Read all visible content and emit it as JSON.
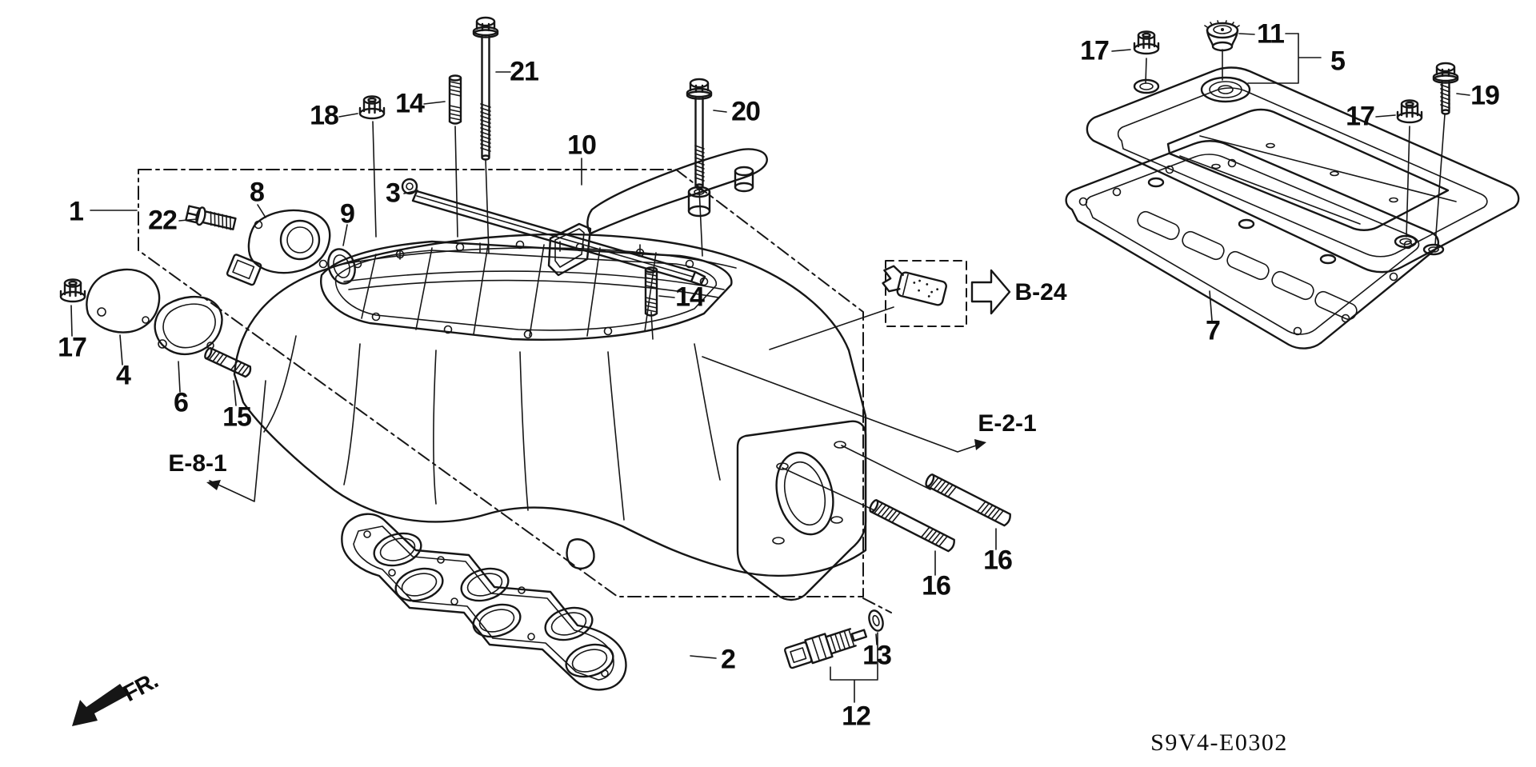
{
  "figure": {
    "description": "Intake manifold exploded parts diagram",
    "line_color": "#161616",
    "background_color": "#ffffff"
  },
  "labels": [
    {
      "id": "callout-1",
      "text": "1"
    },
    {
      "id": "callout-22",
      "text": "22"
    },
    {
      "id": "callout-8",
      "text": "8"
    },
    {
      "id": "callout-9",
      "text": "9"
    },
    {
      "id": "callout-3",
      "text": "3"
    },
    {
      "id": "callout-18",
      "text": "18"
    },
    {
      "id": "callout-14-a",
      "text": "14"
    },
    {
      "id": "callout-21",
      "text": "21"
    },
    {
      "id": "callout-20",
      "text": "20"
    },
    {
      "id": "callout-10",
      "text": "10"
    },
    {
      "id": "callout-14-b",
      "text": "14"
    },
    {
      "id": "callout-17-left",
      "text": "17"
    },
    {
      "id": "callout-4",
      "text": "4"
    },
    {
      "id": "callout-6",
      "text": "6"
    },
    {
      "id": "callout-15",
      "text": "15"
    },
    {
      "id": "ref-e-8-1",
      "text": "E-8-1"
    },
    {
      "id": "callout-2",
      "text": "2"
    },
    {
      "id": "callout-13",
      "text": "13"
    },
    {
      "id": "callout-12",
      "text": "12"
    },
    {
      "id": "callout-16-a",
      "text": "16"
    },
    {
      "id": "callout-16-b",
      "text": "16"
    },
    {
      "id": "ref-e-2-1",
      "text": "E-2-1"
    },
    {
      "id": "ref-b-24",
      "text": "B-24"
    },
    {
      "id": "callout-17-cover-a",
      "text": "17"
    },
    {
      "id": "callout-11",
      "text": "11"
    },
    {
      "id": "callout-5",
      "text": "5"
    },
    {
      "id": "callout-17-cover-b",
      "text": "17"
    },
    {
      "id": "callout-19",
      "text": "19"
    },
    {
      "id": "callout-7",
      "text": "7"
    },
    {
      "id": "direction-fr",
      "text": "FR."
    },
    {
      "id": "diagram-code",
      "text": "S9V4-E0302"
    }
  ]
}
